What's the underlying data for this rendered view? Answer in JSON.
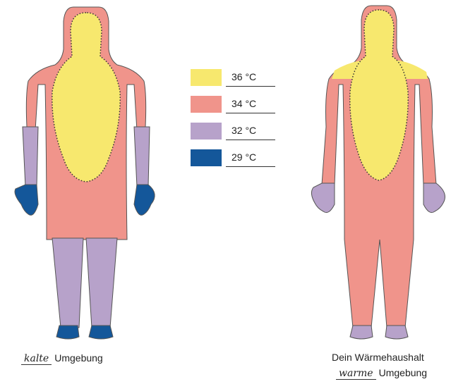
{
  "colors": {
    "36": "#f7e86e",
    "34": "#f0948b",
    "32": "#b7a2ca",
    "29": "#14579a",
    "outline": "#555555"
  },
  "legend": [
    {
      "label": "36 °C",
      "color": "#f7e86e"
    },
    {
      "label": "34 °C",
      "color": "#f0948b"
    },
    {
      "label": "32 °C",
      "color": "#b7a2ca"
    },
    {
      "label": "29 °C",
      "color": "#14579a"
    }
  ],
  "figures": {
    "cold": {
      "handwritten": "kalte",
      "caption": "Umgebung"
    },
    "warm": {
      "heading": "Dein Wärmehaushalt",
      "handwritten": "warme",
      "caption": "Umgebung"
    }
  }
}
